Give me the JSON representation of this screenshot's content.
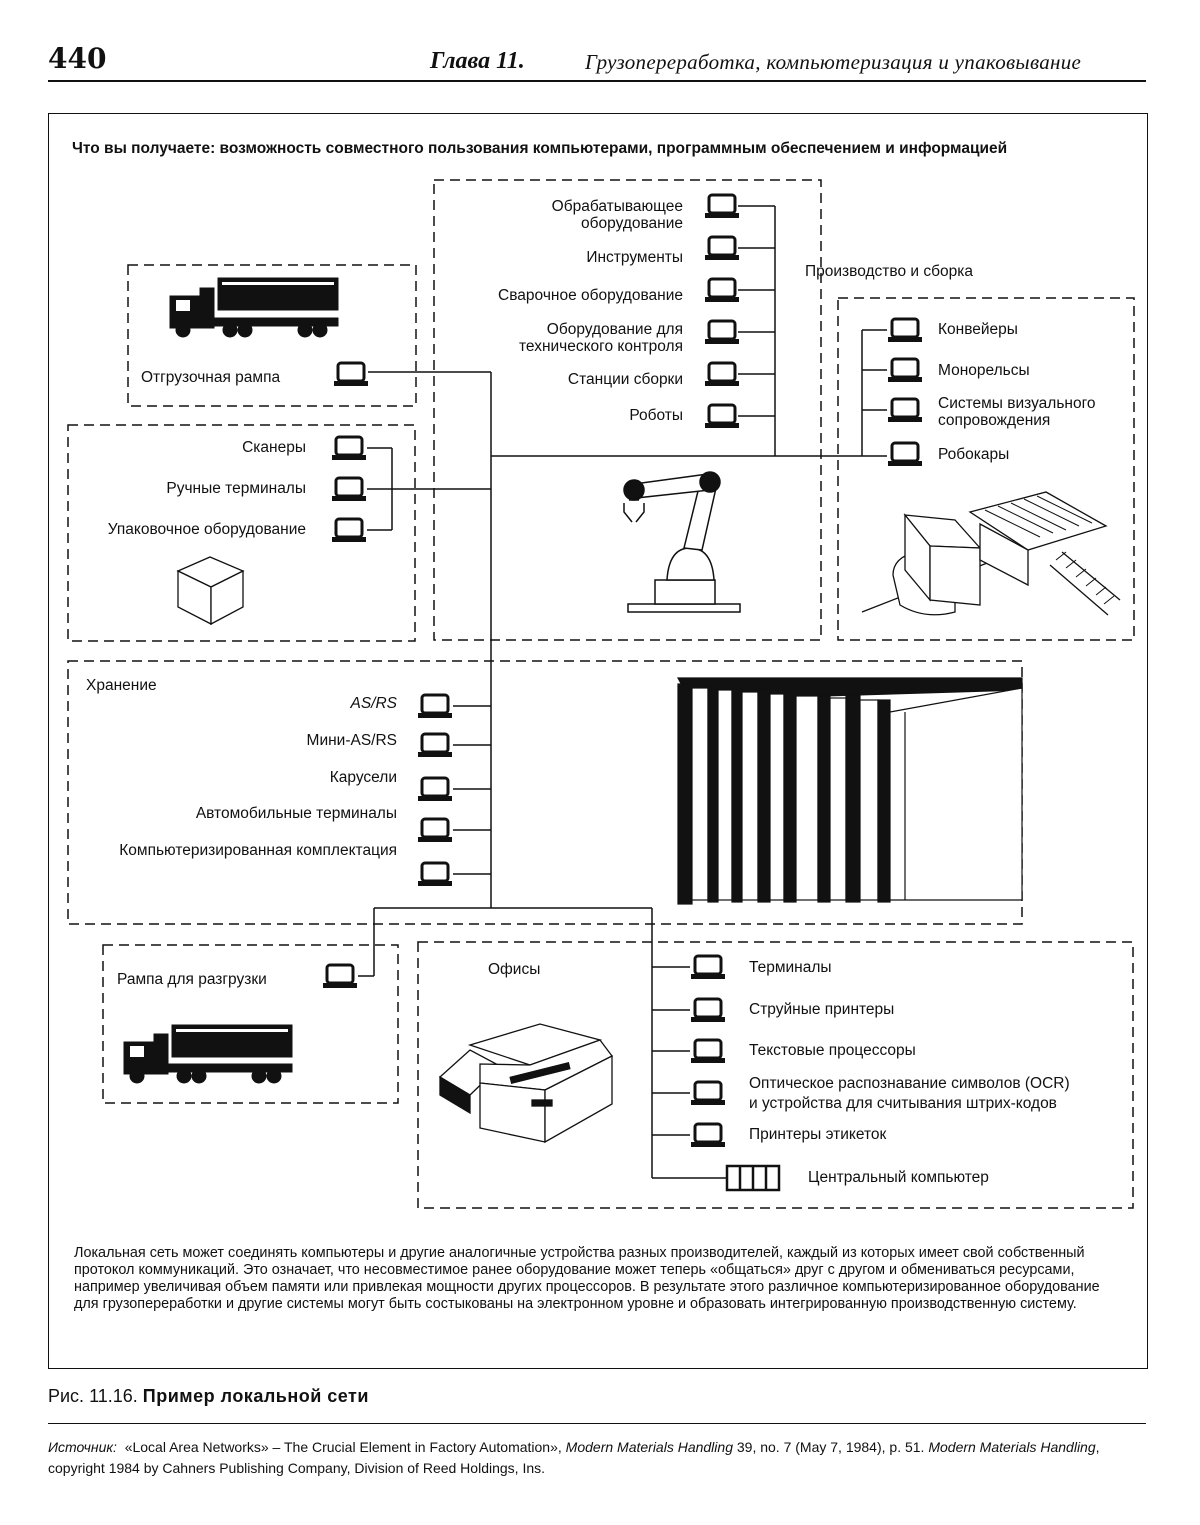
{
  "header": {
    "page_number": "440",
    "chapter": "Глава 11.",
    "title": "Грузопереработка, компьютеризация и упаковывание"
  },
  "diagram": {
    "headline": "Что вы получаете: возможность совместного пользования компьютерами, программным обеспечением и информацией",
    "production": {
      "label": "Производство и сборка",
      "items": [
        "Обрабатывающее оборудование",
        "Инструменты",
        "Сварочное оборудование",
        "Оборудование для технического контроля",
        "Станции сборки",
        "Роботы"
      ],
      "item_lines": [
        [
          "Обрабатывающее",
          "оборудование"
        ],
        [
          "Инструменты"
        ],
        [
          "Сварочное оборудование"
        ],
        [
          "Оборудование для",
          "технического контроля"
        ],
        [
          "Станции сборки"
        ],
        [
          "Роботы"
        ]
      ]
    },
    "shipping": {
      "label": "Отгрузочная рампа"
    },
    "packaging": {
      "items": [
        "Сканеры",
        "Ручные терминалы",
        "Упаковочное оборудование"
      ]
    },
    "conveyors": {
      "items": [
        "Конвейеры",
        "Монорельсы",
        "Системы визуального сопровождения",
        "Робокары"
      ],
      "item_lines": [
        [
          "Конвейеры"
        ],
        [
          "Монорельсы"
        ],
        [
          "Системы визуального",
          "сопровождения"
        ],
        [
          "Робокары"
        ]
      ]
    },
    "storage": {
      "label": "Хранение",
      "items": [
        "AS/RS",
        "Мини-AS/RS",
        "Карусели",
        "Автомобильные терминалы",
        "Компьютеризированная комплектация"
      ]
    },
    "receiving": {
      "label": "Рампа для разгрузки"
    },
    "offices": {
      "label": "Офисы",
      "items": [
        "Терминалы",
        "Струйные принтеры",
        "Текстовые процессоры",
        "Оптическое распознавание символов (OCR) и устройства для считывания штрих-кодов",
        "Принтеры этикеток"
      ],
      "item_lines": [
        [
          "Терминалы"
        ],
        [
          "Струйные принтеры"
        ],
        [
          "Текстовые процессоры"
        ],
        [
          "Оптическое распознавание символов (OCR)",
          "и устройства для считывания штрих-кодов"
        ],
        [
          "Принтеры этикеток"
        ]
      ],
      "mainframe": "Центральный компьютер"
    },
    "description": "Локальная сеть может соединять компьютеры и другие аналогичные устройства разных производителей, каждый из которых имеет свой собственный протокол коммуникаций. Это означает, что несовместимое ранее оборудование может теперь «общаться» друг с другом и обмениваться ресурсами, например увеличивая объем памяти или привлекая мощности других процессоров. В результате этого различное компьютеризированное оборудование для грузопереработки и другие системы могут быть состыкованы на электронном уровне и образовать интегрированную производственную систему."
  },
  "caption": {
    "prefix": "Рис. 11.16.",
    "title": "Пример локальной сети"
  },
  "source": {
    "label": "Источник:",
    "text_1": "«Local Area Networks» – The Crucial Element in Factory Automation», ",
    "journal_1": "Modern Materials Handling",
    "text_2": " 39, no. 7 (May 7, 1984), p. 51. ",
    "journal_2": "Modern Materials Handling",
    "text_3": ", copyright 1984 by Cahners Publishing Company, Division of Reed Holdings, Ins."
  }
}
